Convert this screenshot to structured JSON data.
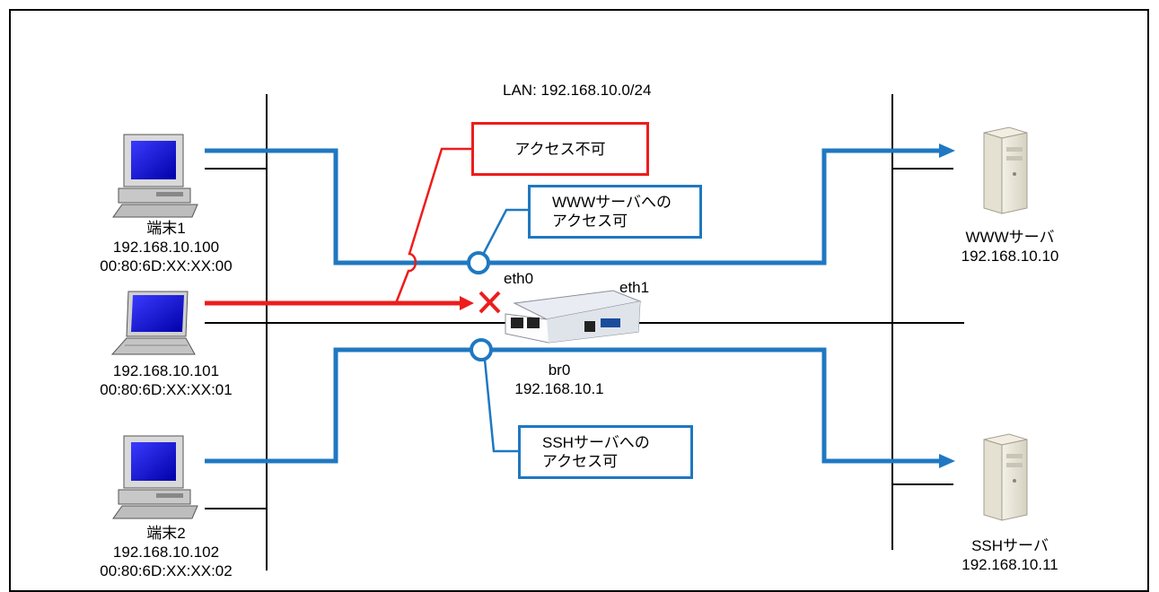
{
  "lan_label": "LAN: 192.168.10.0/24",
  "colors": {
    "allowed": "#1f78c1",
    "denied": "#ee1c1c",
    "line": "#000000"
  },
  "callouts": {
    "denied": "アクセス不可",
    "www_line1": "WWWサーバへの",
    "www_line2": "アクセス可",
    "ssh_line1": "SSHサーバへの",
    "ssh_line2": "アクセス可"
  },
  "router": {
    "eth0": "eth0",
    "eth1": "eth1",
    "bridge": "br0",
    "ip": "192.168.10.1",
    "icon": "router-icon"
  },
  "hosts": {
    "terminal1": {
      "name": "端末1",
      "ip": "192.168.10.100",
      "mac": "00:80:6D:XX:XX:00",
      "icon": "desktop-pc-icon"
    },
    "laptop": {
      "ip": "192.168.10.101",
      "mac": "00:80:6D:XX:XX:01",
      "icon": "laptop-icon"
    },
    "terminal2": {
      "name": "端末2",
      "ip": "192.168.10.102",
      "mac": "00:80:6D:XX:XX:02",
      "icon": "desktop-pc-icon"
    }
  },
  "servers": {
    "www": {
      "name": "WWWサーバ",
      "ip": "192.168.10.10",
      "icon": "server-tower-icon"
    },
    "ssh": {
      "name": "SSHサーバ",
      "ip": "192.168.10.11",
      "icon": "server-tower-icon"
    }
  }
}
